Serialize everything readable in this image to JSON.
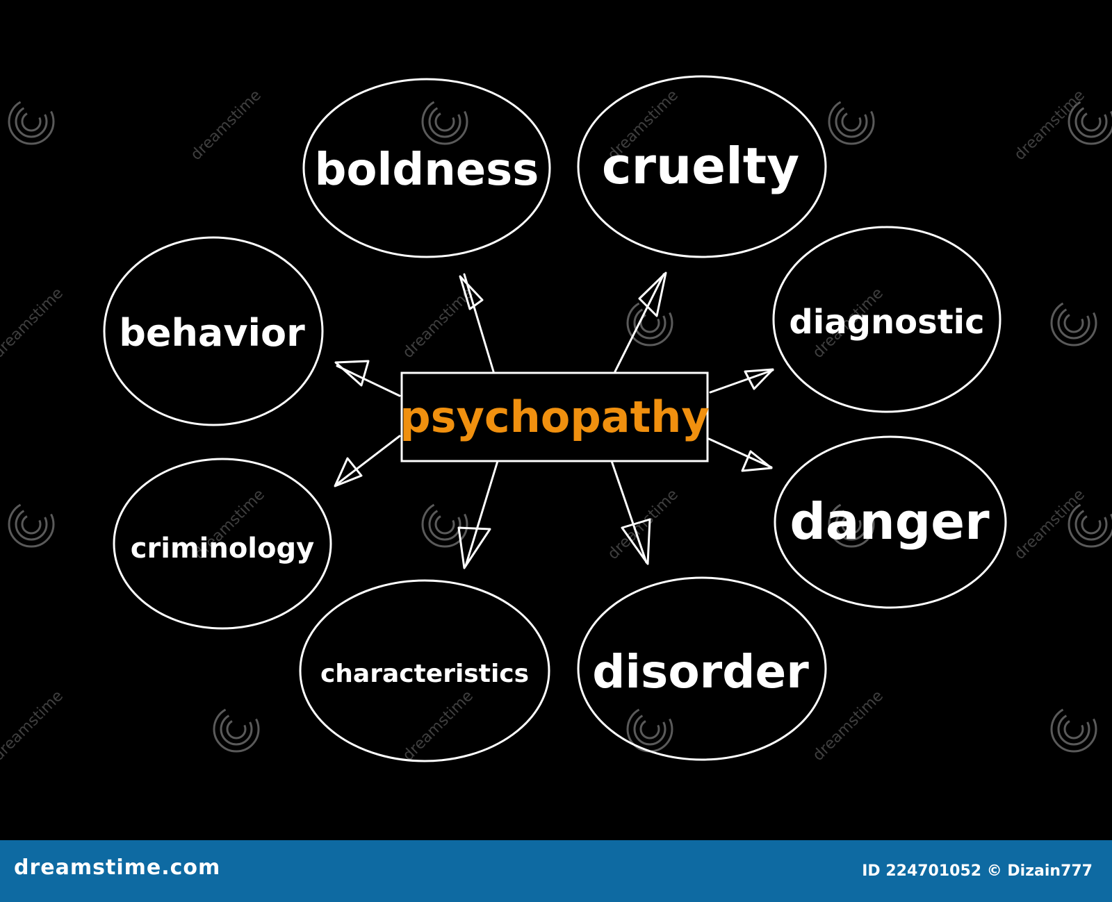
{
  "diagram": {
    "center": "psychopathy",
    "nodes": [
      {
        "id": "boldness",
        "label": "boldness"
      },
      {
        "id": "cruelty",
        "label": "cruelty"
      },
      {
        "id": "behavior",
        "label": "behavior"
      },
      {
        "id": "diagnostic",
        "label": "diagnostic"
      },
      {
        "id": "criminology",
        "label": "criminology"
      },
      {
        "id": "danger",
        "label": "danger"
      },
      {
        "id": "characteristics",
        "label": "characteristics"
      },
      {
        "id": "disorder",
        "label": "disorder"
      }
    ]
  },
  "colors": {
    "background": "#000000",
    "line": "#ffffff",
    "center_text": "#f0900f",
    "footer_bar": "#0e6aa2"
  },
  "watermark": {
    "text": "dreamstime",
    "icon": "spiral-logo-icon"
  },
  "footer": {
    "site": "dreamstime.com",
    "id_credit": "ID 224701052 © Dizain777"
  }
}
